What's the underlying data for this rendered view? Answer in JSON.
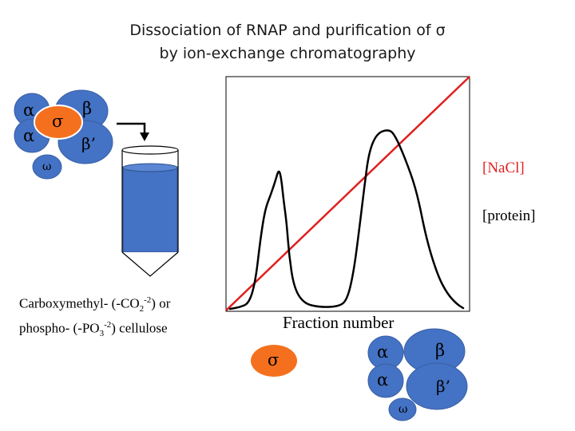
{
  "title": {
    "line1": "Dissociation of RNAP and purification of σ",
    "line2": "by ion-exchange chromatography"
  },
  "labels": {
    "nacl": "[NaCl]",
    "protein": "[protein]",
    "x_axis": "Fraction number"
  },
  "resin_caption": {
    "line1_prefix": "Carboxymethyl- (-CO",
    "line1_sub": "2",
    "line1_sup": "-2",
    "line1_suffix": ") or",
    "line2_prefix": "phospho- (-PO",
    "line2_sub": "3",
    "line2_sup": "-2",
    "line2_suffix": ") cellulose"
  },
  "holoenzyme": {
    "alpha1": "α",
    "alpha2": "α",
    "sigma": "σ",
    "beta": "β",
    "beta_prime": "β’",
    "omega": "ω"
  },
  "free_sigma": {
    "sigma": "σ"
  },
  "core_enzyme": {
    "alpha1": "α",
    "alpha2": "α",
    "beta": "β",
    "beta_prime": "β’",
    "omega": "ω"
  },
  "colors": {
    "subunit_blue": "#4472C4",
    "sigma_orange": "#F5701E",
    "gradient_red": "#E02020",
    "column_fill": "#4472C4"
  },
  "chart_data": {
    "type": "line",
    "xlabel": "Fraction number",
    "series": [
      {
        "name": "[NaCl]",
        "shape": "linear increasing"
      },
      {
        "name": "[protein]",
        "shape": "two peaks: first (σ) narrow, second (core enzyme) broad"
      }
    ]
  }
}
